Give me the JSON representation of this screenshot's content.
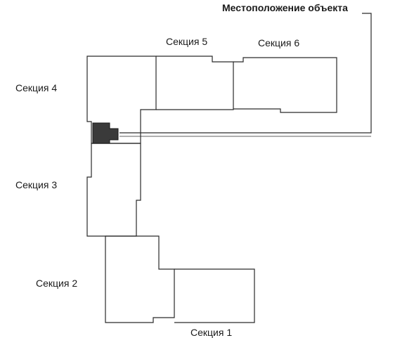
{
  "diagram": {
    "title": "Местоположение объекта",
    "sections": [
      {
        "id": "s1",
        "label": "Секция 1"
      },
      {
        "id": "s2",
        "label": "Секция 2"
      },
      {
        "id": "s3",
        "label": "Секция 3"
      },
      {
        "id": "s4",
        "label": "Секция 4"
      },
      {
        "id": "s5",
        "label": "Секция 5"
      },
      {
        "id": "s6",
        "label": "Секция 6"
      }
    ],
    "colors": {
      "outline": "#2a2a2a",
      "marker_fill": "#3a3a3a",
      "background": "#ffffff"
    }
  }
}
